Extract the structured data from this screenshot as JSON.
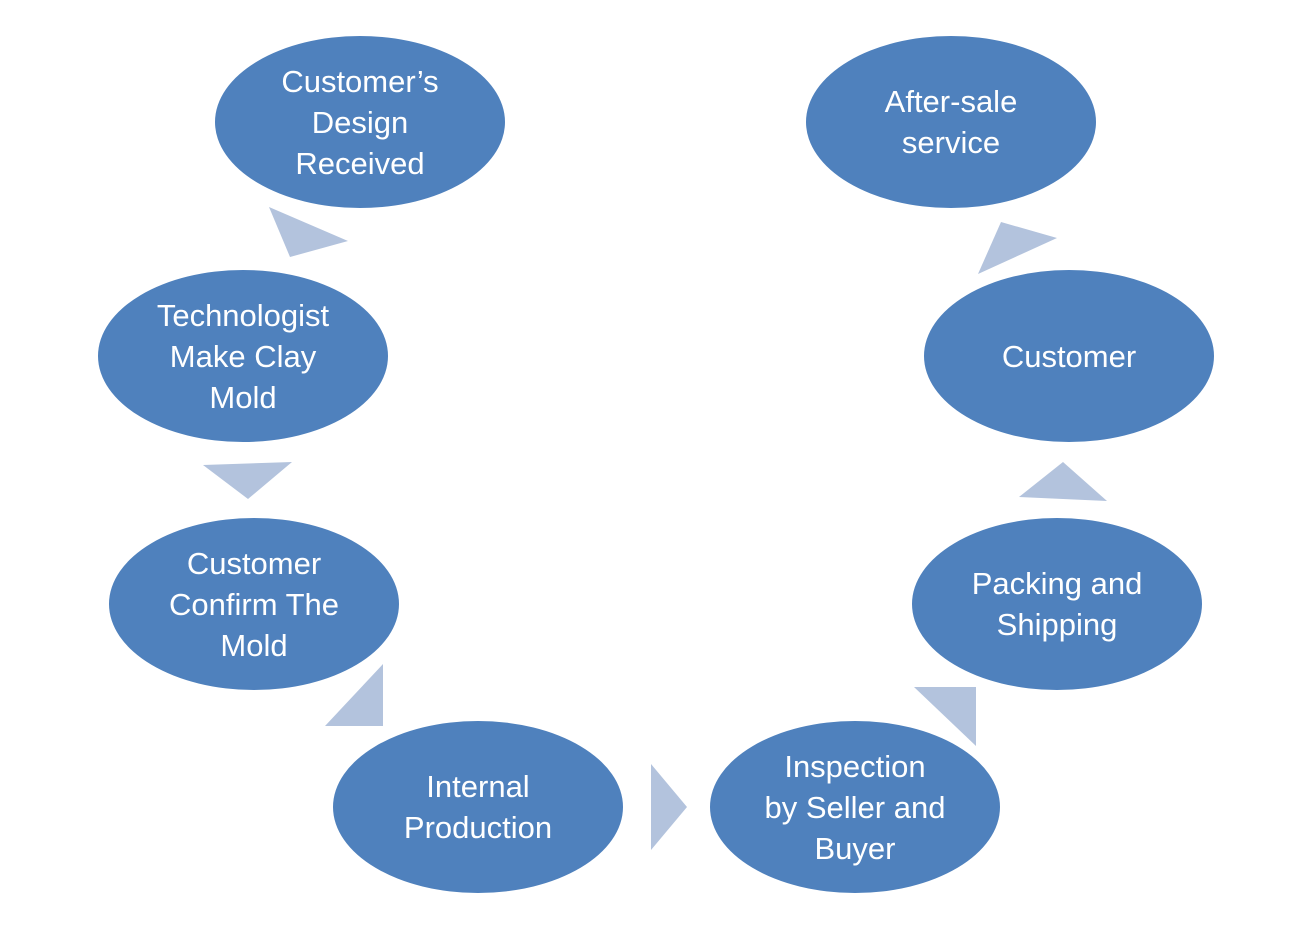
{
  "colors": {
    "node_fill": "#4f81bd",
    "arrow_fill": "#b3c3dd",
    "text": "#ffffff",
    "background": "#ffffff"
  },
  "nodes": [
    {
      "id": "customers-design-received",
      "label": "Customer’s\nDesign\nReceived"
    },
    {
      "id": "technologist-make-clay-mold",
      "label": "Technologist\nMake Clay\nMold"
    },
    {
      "id": "customer-confirm-the-mold",
      "label": "Customer\nConfirm The\nMold"
    },
    {
      "id": "internal-production",
      "label": "Internal\nProduction"
    },
    {
      "id": "inspection-by-seller-and-buyer",
      "label": "Inspection\nby Seller and\nBuyer"
    },
    {
      "id": "packing-and-shipping",
      "label": "Packing and\nShipping"
    },
    {
      "id": "customer",
      "label": "Customer"
    },
    {
      "id": "after-sale-service",
      "label": "After-sale\nservice"
    }
  ]
}
